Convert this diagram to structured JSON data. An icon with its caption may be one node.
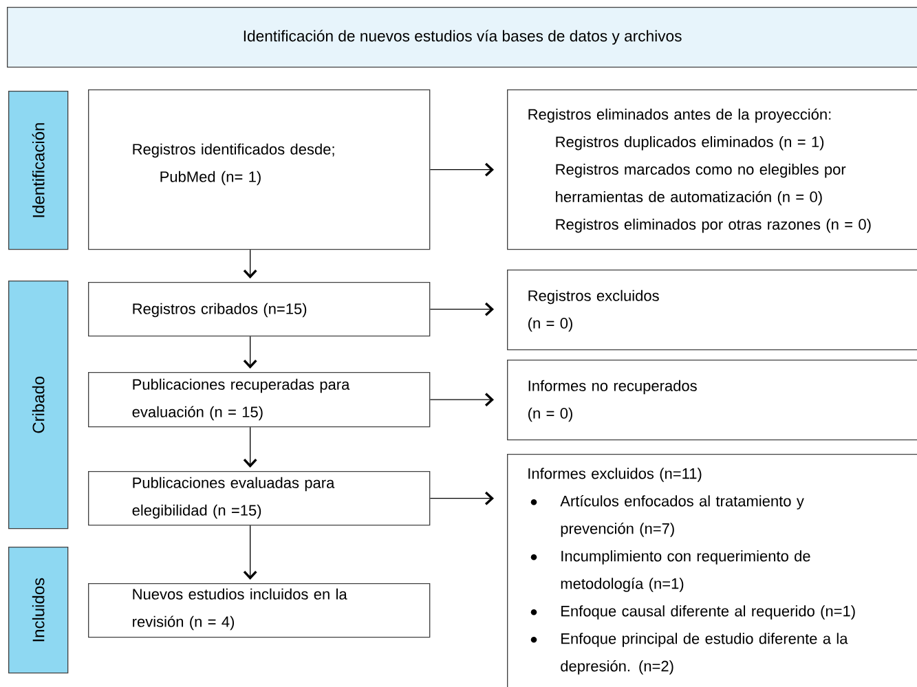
{
  "diagram": {
    "nodes": [
      {
        "text": [
          "Identificación de nuevos estudios vía bases de datos y archivos"
        ]
      },
      {
        "text": [
          "Identificación"
        ]
      },
      {
        "text": [
          "Registros identificados desde;",
          "PubMed (n= 1)"
        ]
      },
      {
        "text": [
          "Registros eliminados antes de la proyección:",
          "Registros duplicados eliminados (n = 1)",
          "Registros marcados como no elegibles por herramientas de automatización (n = 0)",
          "Registros eliminados por otras razones (n = 0)"
        ]
      },
      {
        "text": [
          "Cribado"
        ]
      },
      {
        "text": [
          "Registros cribados (n=15)"
        ]
      },
      {
        "text": [
          "Registros excluidos",
          "(n = 0)"
        ]
      },
      {
        "text": [
          "Publicaciones recuperadas para evaluación (n = 15)"
        ]
      },
      {
        "text": [
          "Informes no recuperados",
          "(n = 0)"
        ]
      },
      {
        "text": [
          "Publicaciones evaluadas para elegibilidad (n =15)"
        ]
      },
      {
        "text": [
          "Informes excluidos (n=11)",
          "Artículos enfocados al tratamiento y prevención (n=7)",
          "Incumplimiento con requerimiento de metodología (n=1)",
          "Enfoque causal diferente al requerido (n=1)",
          "Enfoque principal de estudio diferente a la depresión. (n=2)"
        ]
      },
      {
        "text": [
          "Incluidos"
        ]
      },
      {
        "text": [
          "Nuevos estudios incluidos en la revisión (n = 4)"
        ]
      }
    ],
    "edges": [
      {
        "from": 2,
        "to": 3,
        "arrow": "to"
      },
      {
        "from": 2,
        "to": 5,
        "arrow": "to"
      },
      {
        "from": 5,
        "to": 6,
        "arrow": "to"
      },
      {
        "from": 5,
        "to": 7,
        "arrow": "to"
      },
      {
        "from": 7,
        "to": 8,
        "arrow": "to"
      },
      {
        "from": 7,
        "to": 9,
        "arrow": "to"
      },
      {
        "from": 9,
        "to": 10,
        "arrow": "to"
      },
      {
        "from": 9,
        "to": 12,
        "arrow": "to"
      }
    ]
  }
}
